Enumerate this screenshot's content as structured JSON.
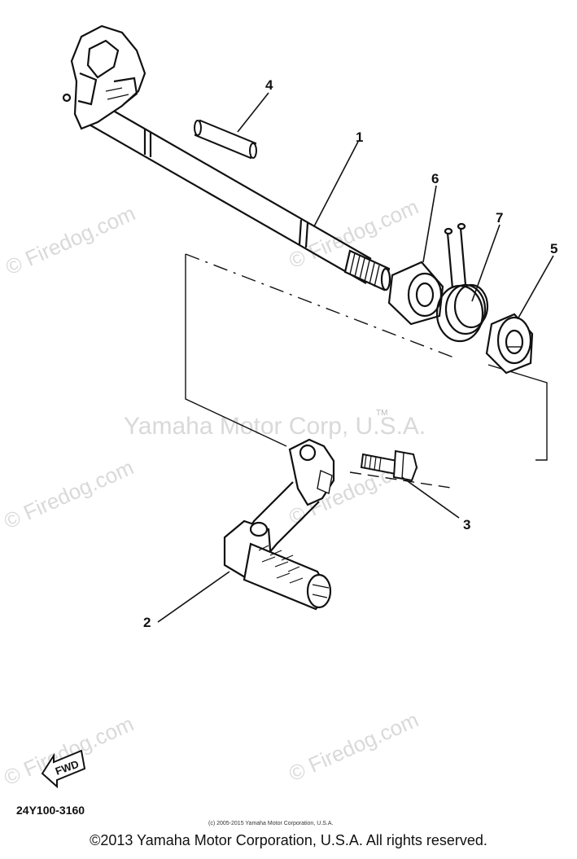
{
  "watermarks": {
    "firedog": "© Firedog.com",
    "yamaha": "Yamaha Motor Corp, U.S.A.",
    "tm": "TM"
  },
  "parts": [
    {
      "number": "1"
    },
    {
      "number": "2"
    },
    {
      "number": "3"
    },
    {
      "number": "4"
    },
    {
      "number": "5"
    },
    {
      "number": "6"
    },
    {
      "number": "7"
    }
  ],
  "fwd_label": "FWD",
  "diagram_code": "24Y100-3160",
  "small_credit": "(c) 2005-2015 Yamaha Motor Corporation, U.S.A.",
  "copyright": "©2013 Yamaha Motor Corporation, U.S.A. All rights reserved."
}
